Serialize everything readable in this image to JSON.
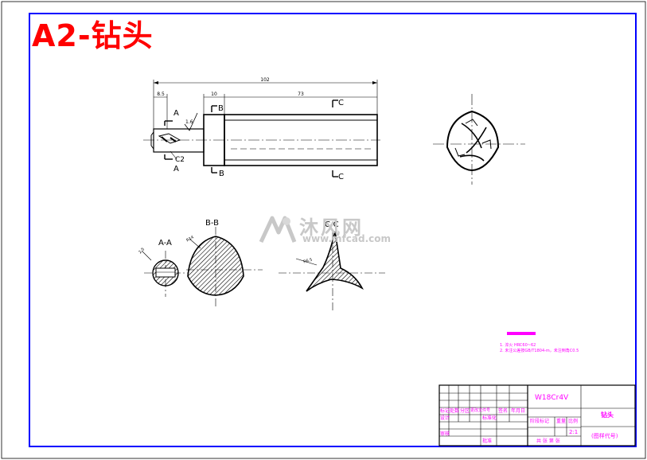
{
  "sheet": {
    "title": "A2-钻头"
  },
  "watermark": {
    "brand_cn": "沐风网",
    "brand_url": "www.mfcad.com"
  },
  "main_view": {
    "overall_length": "102",
    "shank_length": "8.5",
    "collar_length": "10",
    "flute_length": "73",
    "chamfer": "C2",
    "slot_roughness": "1.6",
    "section_a_top": "A",
    "section_a_bottom": "A",
    "section_b_top": "B",
    "section_b_bottom": "B",
    "section_c_top": "C",
    "section_c_bottom": "C"
  },
  "sections": {
    "a_a": {
      "label": "A-A",
      "note": "2.5"
    },
    "b_b": {
      "label": "B-B",
      "note": "R14"
    },
    "c_c": {
      "label": "C-C",
      "note": "R6.5"
    }
  },
  "notes": {
    "line1": "1. 淬火 HRC60~62",
    "line2": "2. 未注公差按GB/T1804-m，未注倒角C0.5"
  },
  "title_block": {
    "material": "W18Cr4V",
    "part_name": "钻头",
    "drawing_code": "(图样代号)",
    "row_labels": [
      "标记",
      "处数",
      "分区",
      "更改文件号",
      "签名",
      "年月日"
    ],
    "label_design": "设计",
    "label_standard": "标准化",
    "label_stage": "阶段标记",
    "label_weight": "重量",
    "label_scale": "比例",
    "scale": "2:1",
    "label_review": "审核",
    "label_approve": "批准",
    "sheet_info": "共 张 第 张"
  },
  "colors": {
    "frame": "#0000ff",
    "title": "#ff0000",
    "title_block": "#ff00ff",
    "geometry": "#000000"
  }
}
